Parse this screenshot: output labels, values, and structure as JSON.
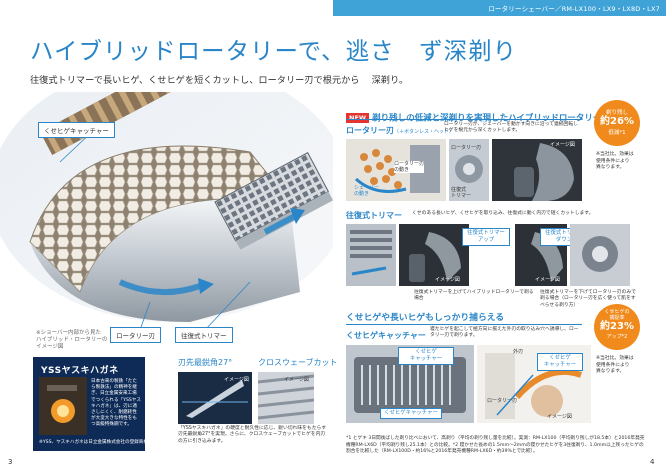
{
  "header": {
    "series": "ロータリーシェーバー／RM-LX100・LX9・LX8D・LX7",
    "headline": "ハイブリッドロータリーで、逃さ　ず深剃り",
    "lead": "往復式トリマーで長いヒゲ、くせヒゲを短くカットし、ロータリー刃で根元から　 深剃り。"
  },
  "hero": {
    "callout_catcher": "くせヒゲキャッチャー",
    "callout_rotary": "ロータリー刃",
    "callout_trimmer": "往復式トリマー",
    "note": "※ショーバー内部から見た\nハイブリッド・ロータリーの\nイメージ図"
  },
  "yss": {
    "title": "YSSヤスキハガネ",
    "body": "日本古来の製鉄「たたら製鉄法」の精神を継ぎ、日立金属安来工場でつくられる「YSSヤスキハガネ」は、刃に適さしにくく、耐磨耗性が大変大きな特性をもつ高級特殊鋼です。",
    "note": "※YSS、ヤスキハガネは日立金属株式会社の登録商標です。"
  },
  "blade": {
    "heading": "刃先最鋭角27°",
    "image_label": "イメージ図",
    "caption": "「YSSヤスキハガネ」の硬度と耐久性に応じ、鋭い切れ味をもたらす刃先最鋭角27°を実現。さらに、クロスウェーブカットでヒゲを内刃の方に引き込みます。"
  },
  "weave": {
    "heading": "クロスウェーブカット",
    "image_label": "イメージ図"
  },
  "section1": {
    "new_label": "NEW",
    "title": "剃り残しの低減と深剃りを実現したハイブリッドロータリー",
    "badge1_top": "剃り残し",
    "badge1_value": "約26%",
    "badge1_bottom": "低減*1",
    "rotary_label": "ロータリー刃",
    "rotary_sub": "（＋ボタンレス・ヘッド）",
    "rotary_desc": "ロータリー刃が、シェーバーを動かす向きに沿って連続回転しヒゲを根元から深くカットします。",
    "rotary_tag1": "ロータリー刃",
    "rotary_tag2": "往復式\nトリマー",
    "rotary_tag3": "ロータリー刃\nの動き",
    "rotary_tag4": "シェーバー\nの動き",
    "rotary_img": "イメージ図",
    "side_note1": "※当社比。効果は\n使用条件により\n異なります。",
    "trimmer_label": "往復式トリマー",
    "trimmer_desc": "くせのある長いヒゲ、くせヒゲを取り込み、往復式に動く内刃で短くカットします。",
    "trimmer_up": "往復式トリマー\nアップ",
    "trimmer_down": "往復式トリマー\nダウン",
    "trimmer_img1": "イメージ図",
    "trimmer_img2": "イメージ図",
    "trimmer_cap1": "往復式トリマーを上げてハイブリッドロータリーで剃る場合",
    "trimmer_cap2": "往復式トリマーを下げてロータリー刃のみで剃る場合（ロータリー刃を広く使って肌をすべらせる剃り方）"
  },
  "section2": {
    "title": "くせヒゲや長いヒゲもしっかり捕らえる",
    "catcher_label": "くせヒゲキャッチャー",
    "catcher_desc": "寝たヒゲを起こして極方向に揃えた外刃の取り込み穴へ誘導し、ロータリー刃で剃ります。",
    "badge2_top": "くせヒゲの\n捕捉率",
    "badge2_value": "約23%",
    "badge2_bottom": "アップ*2",
    "side_note2": "※当社比。効果は\n使用条件により\n異なります。",
    "tag_catcher": "くせヒゲ\nキャッチャー",
    "tag_outer": "外刃",
    "tag_rotary": "ロータリー刃",
    "tag_catcher2": "くせヒゲキャッチャー",
    "tag_image": "イメージ図"
  },
  "footnote": "*1 とゲキ 3日間後ばした剃り比べにおいて、高剃り（平均の剃り残し量を比較）。実測：RM-LX100（平均剃り残しが18.5本）と2016年発売機種RM-LX6D（平均剃り残し25.1本）との比較。*2 寝かせた長めの1.5mm〜2mmの寝かせたヒゲを3往復剃り、1.0mm以上残ったヒゲの割合を比較した（RM-LX100D・約16%と2016年発売機種RM-LX6D・約39%とで比較）。",
  "pages": {
    "left": "3",
    "right": "4"
  }
}
